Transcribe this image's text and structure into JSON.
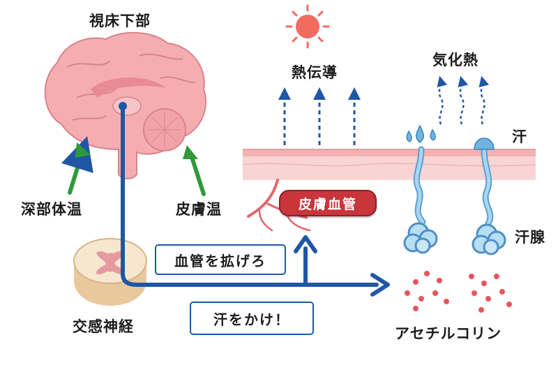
{
  "labels": {
    "hypothalamus": "視床下部",
    "core_temp": "深部体温",
    "skin_temp": "皮膚温",
    "sympathetic": "交感神経",
    "heat_conduction": "熱伝導",
    "evaporation": "気化熱",
    "sweat": "汗",
    "sweat_gland": "汗腺",
    "acetylcholine": "アセチルコリン"
  },
  "badges": {
    "skin_vessel": "皮膚血管"
  },
  "commands": {
    "dilate": "血管を拡げろ",
    "sweat": "汗をかけ！"
  },
  "colors": {
    "signal_arrow": "#1f57a6",
    "input_arrow": "#2e9a3a",
    "brain": "#f4aeb2",
    "skin": "#f6c9c9",
    "sweat_gland": "#8fc7ea",
    "sun": "#f26b5f",
    "vessel_badge": "#c8353b",
    "acetylcholine_dot": "#e8555a"
  },
  "icons": [
    "brain-icon",
    "spinal-cord-icon",
    "sun-icon",
    "skin-layer-icon",
    "blood-vessel-icon",
    "sweat-gland-icon",
    "sweat-droplet-icon"
  ]
}
